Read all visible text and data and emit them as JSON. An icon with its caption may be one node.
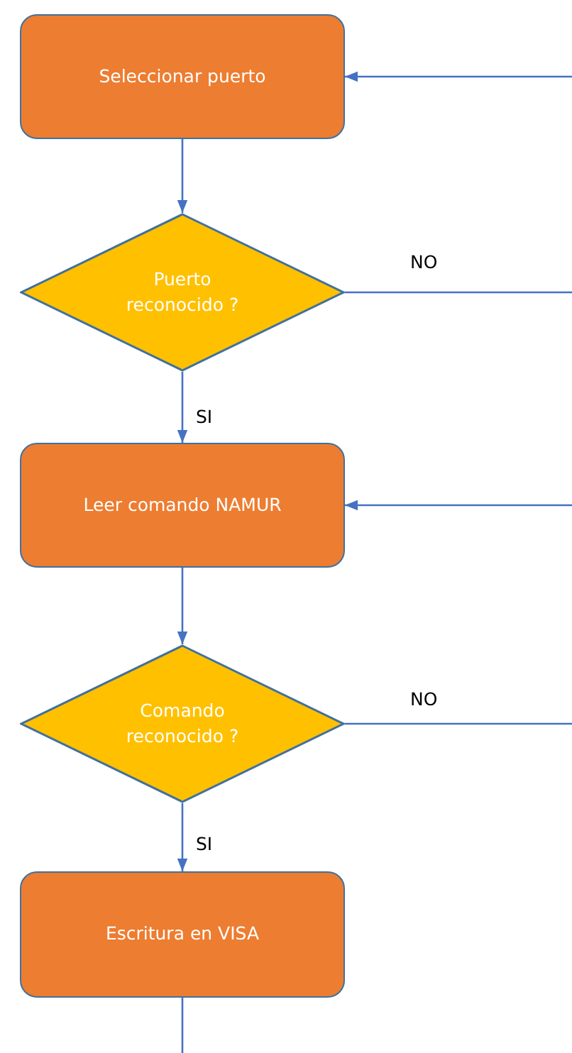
{
  "diagram": {
    "nodes": [
      {
        "text": [
          "Seleccionar puerto"
        ]
      },
      {
        "text": [
          "Puerto reconocido ?"
        ]
      },
      {
        "text": [
          "Leer comando NAMUR"
        ]
      },
      {
        "text": [
          "Comando reconocido ?"
        ]
      },
      {
        "text": [
          "Escritura en VISA"
        ]
      }
    ],
    "edges": [
      {
        "from": 0,
        "to": 1,
        "arrow": "to"
      },
      {
        "from": 1,
        "to": 2,
        "arrow": "to",
        "label": "SI"
      },
      {
        "from": 2,
        "to": 3,
        "arrow": "to"
      },
      {
        "from": 3,
        "to": 4,
        "arrow": "to",
        "label": "SI"
      },
      {
        "from": 4,
        "to": null,
        "arrow": "none"
      },
      {
        "from": null,
        "to": 0,
        "arrow": "to"
      },
      {
        "from": 1,
        "to": null,
        "arrow": "none",
        "label": "NO"
      },
      {
        "from": null,
        "to": 2,
        "arrow": "to"
      },
      {
        "from": 3,
        "to": null,
        "arrow": "none",
        "label": "NO"
      }
    ]
  }
}
